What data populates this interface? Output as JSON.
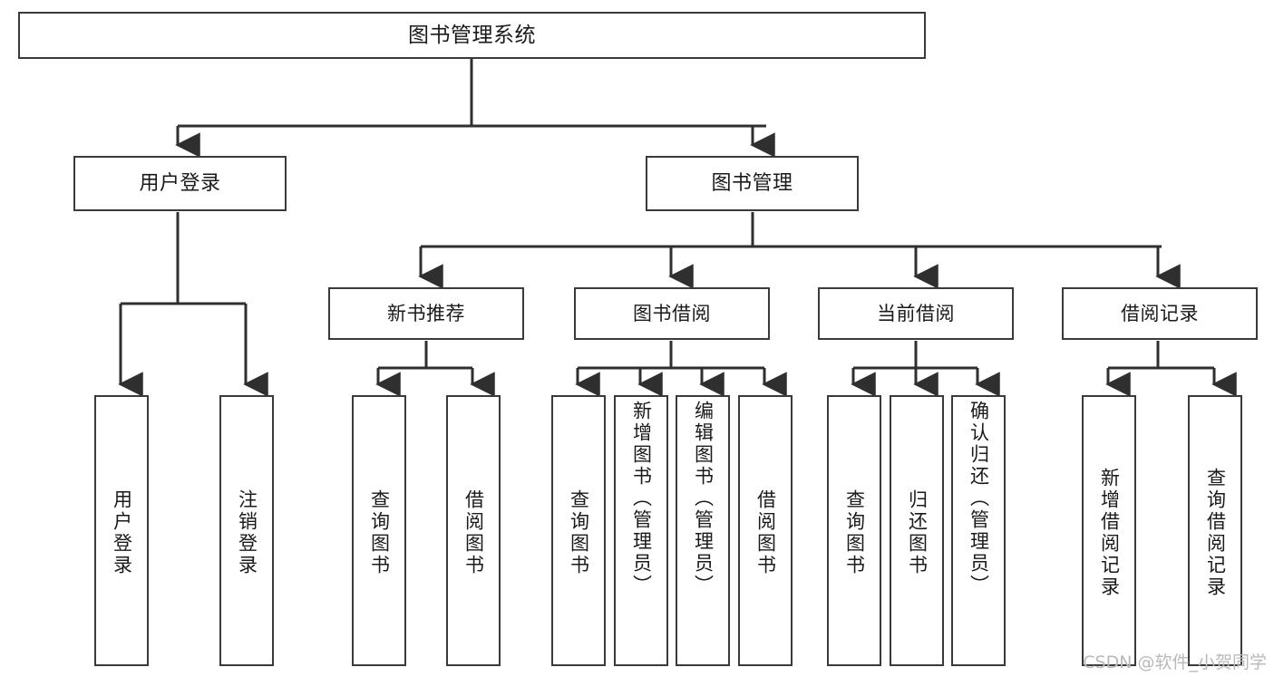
{
  "diagram": {
    "type": "tree-hierarchy-chart",
    "title": "图书管理系统",
    "orientation": "top-down",
    "colors": {
      "node_border": "#3a3a3a",
      "node_fill": "#ffffff",
      "edge": "#2f2f2f",
      "text": "#1a1a1a",
      "watermark": "#b9b9b9",
      "background": "#ffffff"
    },
    "nodes": {
      "root": {
        "id": "root",
        "label": "图书管理系统",
        "level": 1
      },
      "level2": [
        {
          "id": "user-login",
          "label": "用户登录",
          "level": 2
        },
        {
          "id": "book-manage",
          "label": "图书管理",
          "level": 2
        }
      ],
      "level3": [
        {
          "id": "new-book-recommend",
          "label": "新书推荐",
          "level": 3
        },
        {
          "id": "book-borrow",
          "label": "图书借阅",
          "level": 3
        },
        {
          "id": "current-borrow",
          "label": "当前借阅",
          "level": 3
        },
        {
          "id": "borrow-record",
          "label": "借阅记录",
          "level": 3
        }
      ],
      "leaves": [
        {
          "id": "leaf-user-login",
          "label": "用户登录",
          "parent": "user-login"
        },
        {
          "id": "leaf-user-logout",
          "label": "注销登录",
          "parent": "user-login"
        },
        {
          "id": "leaf-query-book-1",
          "label": "查询图书",
          "parent": "new-book-recommend"
        },
        {
          "id": "leaf-borrow-book-1",
          "label": "借阅图书",
          "parent": "new-book-recommend"
        },
        {
          "id": "leaf-query-book-2",
          "label": "查询图书",
          "parent": "book-borrow"
        },
        {
          "id": "leaf-add-book",
          "label": "新增图书（管理员）",
          "parent": "book-borrow"
        },
        {
          "id": "leaf-edit-book",
          "label": "编辑图书（管理员）",
          "parent": "book-borrow"
        },
        {
          "id": "leaf-borrow-book-2",
          "label": "借阅图书",
          "parent": "book-borrow"
        },
        {
          "id": "leaf-query-book-3",
          "label": "查询图书",
          "parent": "current-borrow"
        },
        {
          "id": "leaf-return-book",
          "label": "归还图书",
          "parent": "current-borrow"
        },
        {
          "id": "leaf-confirm-return",
          "label": "确认归还（管理员）",
          "parent": "current-borrow"
        },
        {
          "id": "leaf-add-record",
          "label": "新增借阅记录",
          "parent": "borrow-record"
        },
        {
          "id": "leaf-query-record",
          "label": "查询借阅记录",
          "parent": "borrow-record"
        }
      ]
    }
  },
  "watermark": {
    "text": "CSDN @软件_小贺同学"
  }
}
